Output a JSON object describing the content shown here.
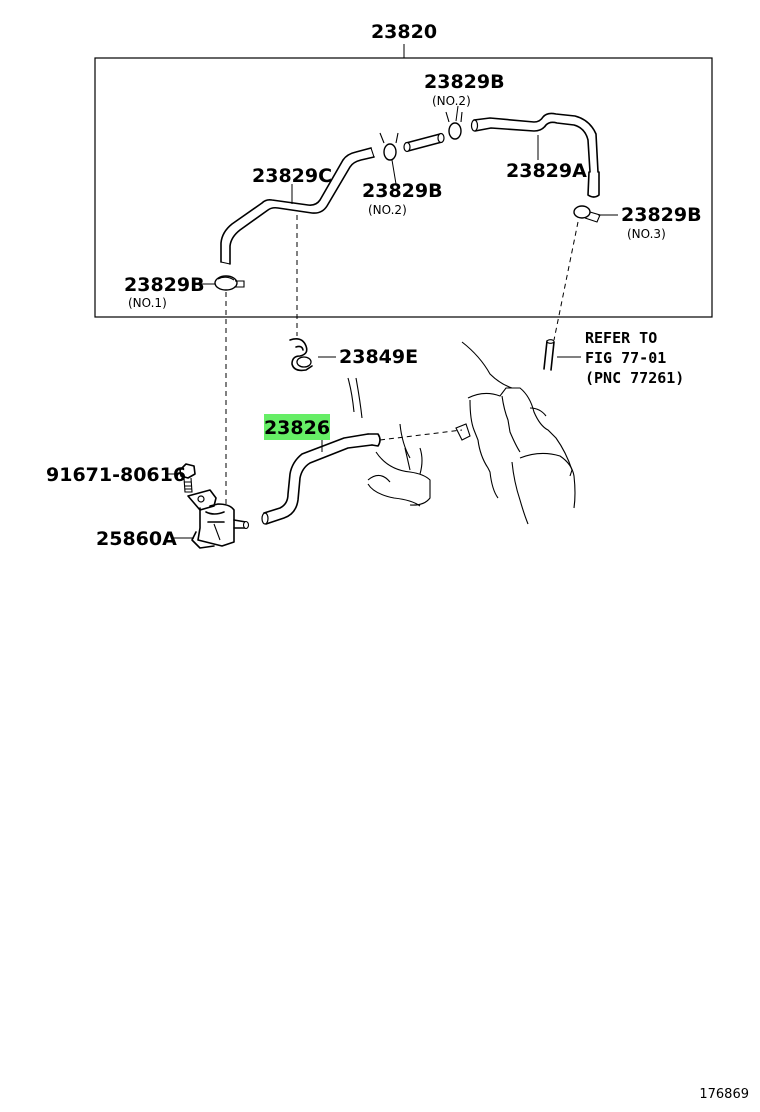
{
  "labels": {
    "assembly": "23820",
    "hose_b_no2_top": "23829B",
    "hose_b_no2_top_note": "(NO.2)",
    "hose_a": "23829A",
    "hose_c": "23829C",
    "hose_b_no2_mid": "23829B",
    "hose_b_no2_mid_note": "(NO.2)",
    "hose_b_no3": "23829B",
    "hose_b_no3_note": "(NO.3)",
    "hose_b_no1": "23829B",
    "hose_b_no1_note": "(NO.1)",
    "clamp_e": "23849E",
    "refer_line1": "REFER TO",
    "refer_line2": "FIG 77-01",
    "refer_line3": "(PNC 77261)",
    "highlighted_part": "23826",
    "bolt": "91671-80616",
    "valve": "25860A",
    "figure_number": "176869"
  },
  "colors": {
    "highlight": "#66ee66",
    "line": "#000000"
  }
}
